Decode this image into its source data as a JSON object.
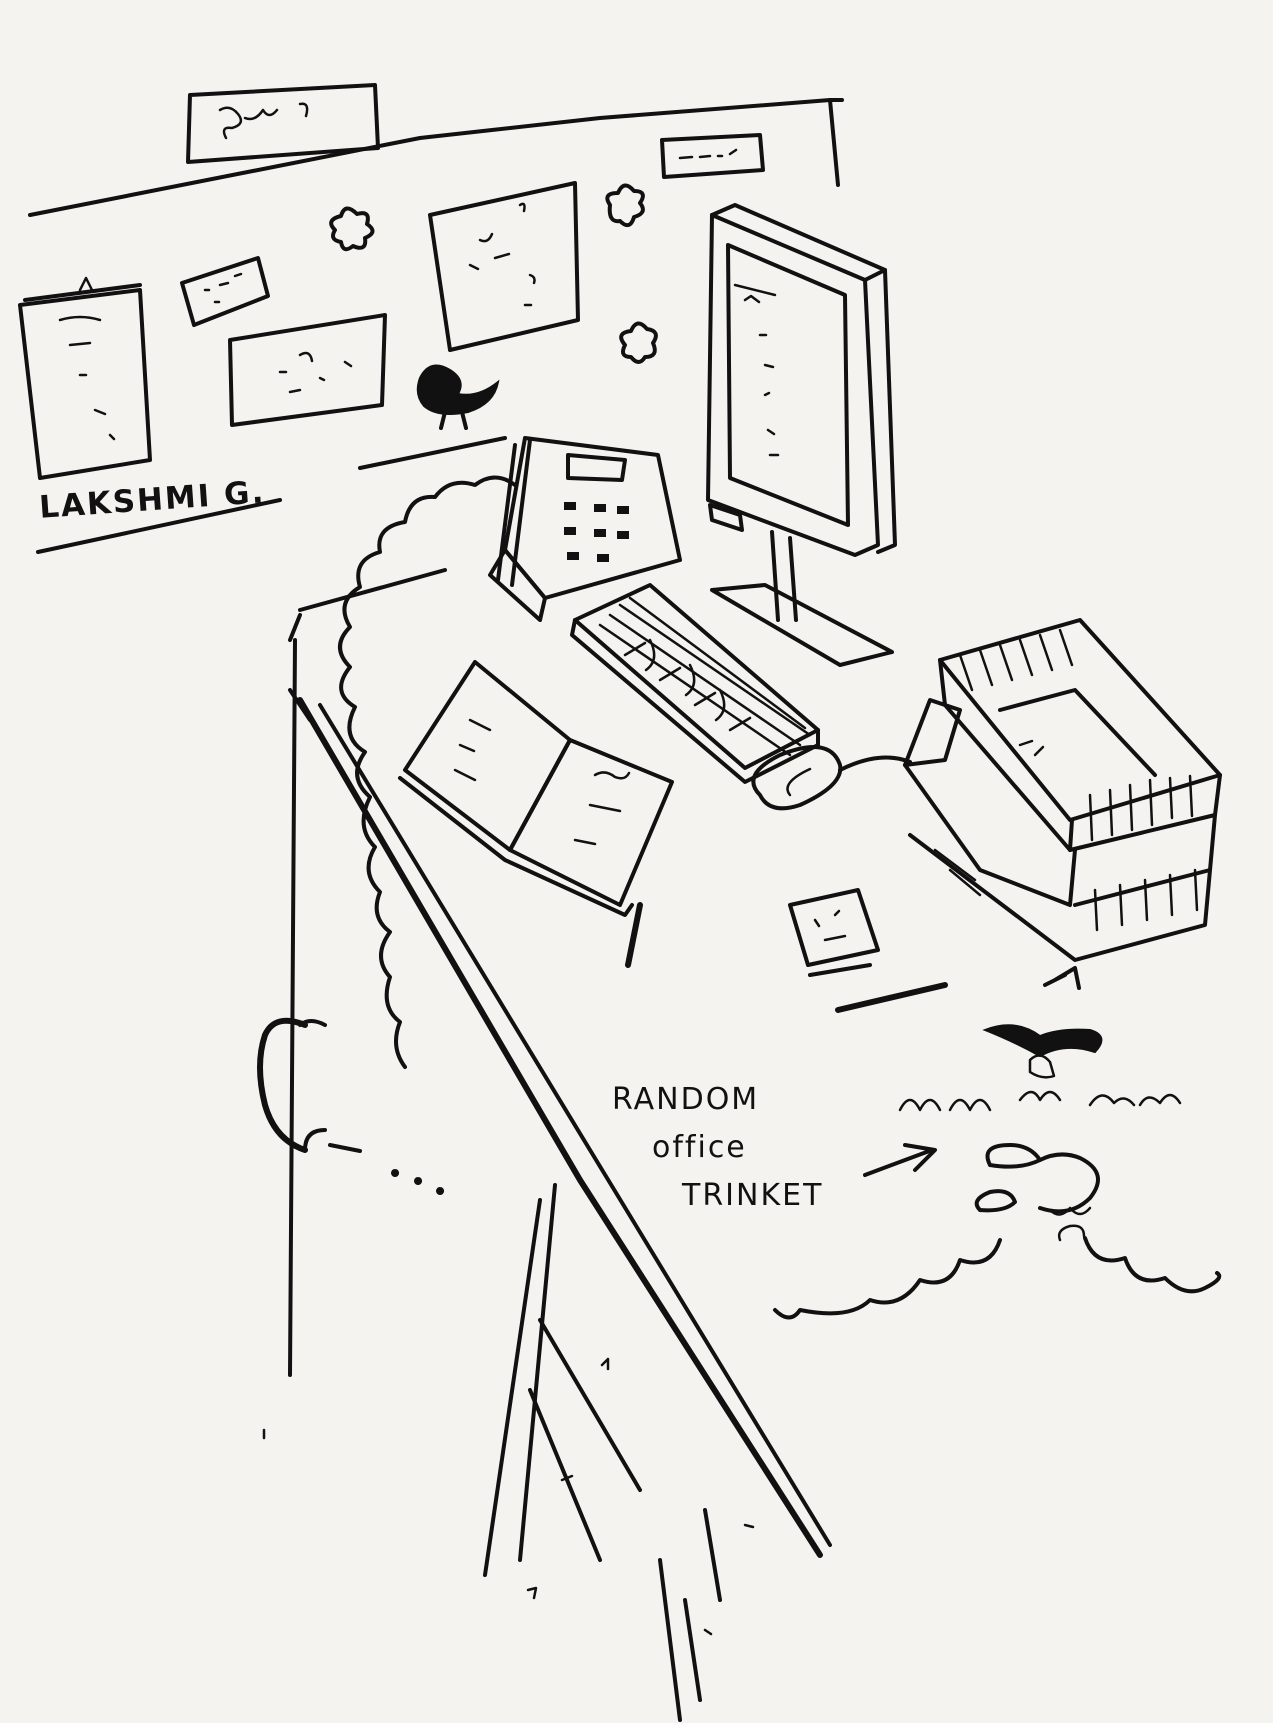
{
  "name_label": "LAKSHMI G.",
  "annotation": {
    "line1": "RANDOM",
    "line2": "office",
    "line3": "TRINKET"
  },
  "colors": {
    "paper": "#f4f3ef",
    "ink": "#111111"
  },
  "icons": [
    "telephone",
    "computer-monitor",
    "keyboard",
    "mouse",
    "open-book",
    "document-trays",
    "bird-figurine",
    "telephone-handset",
    "arrow"
  ]
}
